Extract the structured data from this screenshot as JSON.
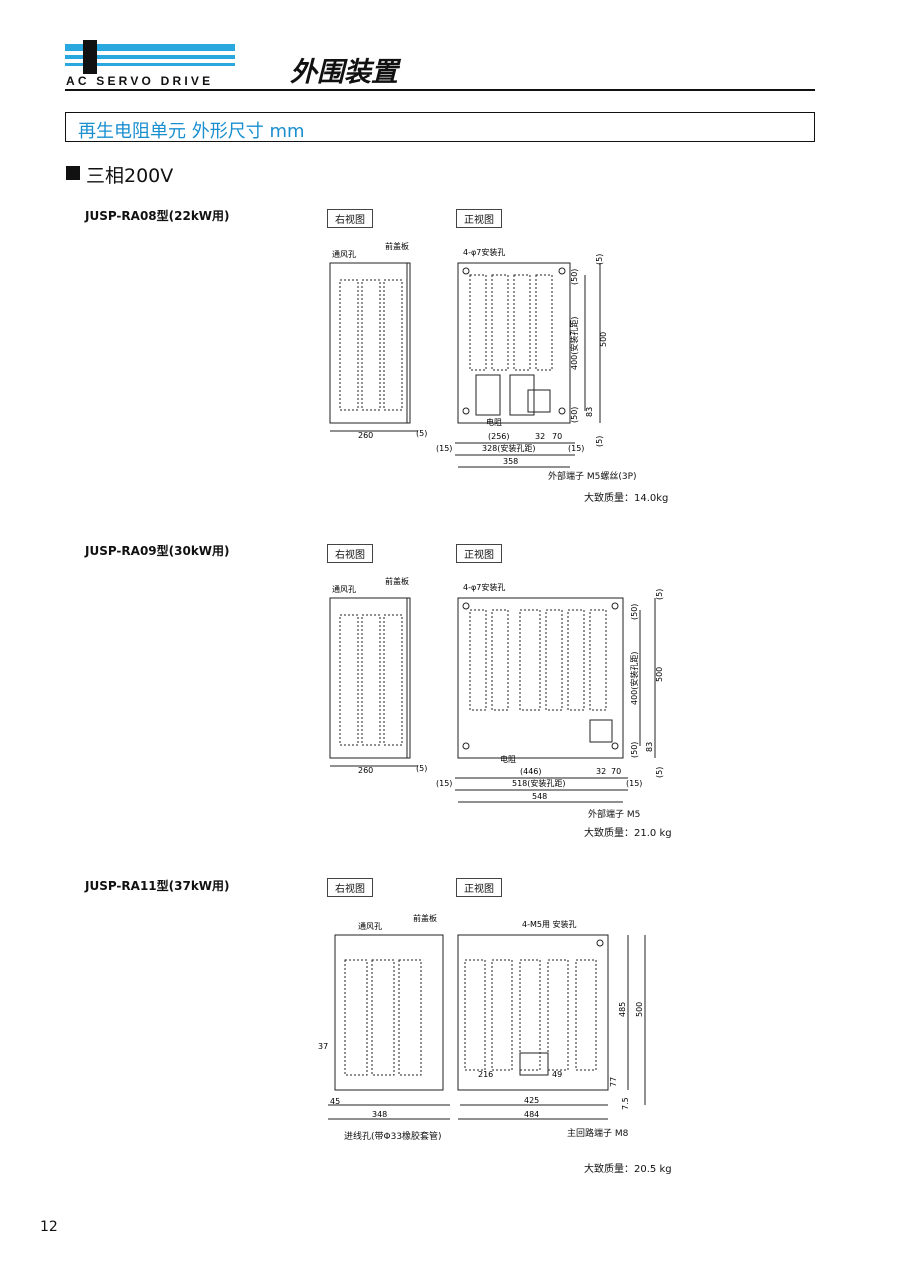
{
  "header": {
    "logo_text": "AC SERVO DRIVE",
    "title": "外围装置"
  },
  "section": {
    "title": "再生电阻单元  外形尺寸 mm",
    "subtitle": "三相200V"
  },
  "view_labels": {
    "right": "右视图",
    "front": "正视图"
  },
  "units": [
    {
      "model": "JUSP-RA08型(22kW用)",
      "vent": "通风孔",
      "cover": "前盖板",
      "mount_hole": "4-φ7安装孔",
      "resistor": "电阻",
      "terminal": "外部端子 M5螺丝(3P)",
      "mass": "大致质量：14.0kg",
      "dims": {
        "side_w": "260",
        "side_off": "(5)",
        "inner_w": "(256)",
        "d32": "32",
        "d70": "70",
        "pitch": "328(安装孔距)",
        "edge_l": "(15)",
        "edge_r": "(15)",
        "total_w": "358",
        "top5": "(5)",
        "top50": "(50)",
        "v_pitch": "400(安装孔距)",
        "height": "500",
        "bot50": "(50)",
        "d83": "83",
        "bot5": "(5)"
      }
    },
    {
      "model": "JUSP-RA09型(30kW用)",
      "vent": "通风孔",
      "cover": "前盖板",
      "mount_hole": "4-φ7安装孔",
      "resistor": "电阻",
      "terminal": "外部端子 M5",
      "mass": "大致质量：21.0 kg",
      "dims": {
        "side_w": "260",
        "side_off": "(5)",
        "inner_w": "(446)",
        "d32": "32",
        "d70": "70",
        "pitch": "518(安装孔距)",
        "edge_l": "(15)",
        "edge_r": "(15)",
        "total_w": "548",
        "top5": "(5)",
        "top50": "(50)",
        "v_pitch": "400(安装孔距)",
        "height": "500",
        "bot50": "(50)",
        "d83": "83",
        "bot5": "(5)"
      }
    },
    {
      "model": "JUSP-RA11型(37kW用)",
      "vent": "通风孔",
      "cover": "前盖板",
      "mount_hole": "4-M5用 安装孔",
      "inlet": "进线孔(带Φ33橡胶套管)",
      "terminal": "主回路端子 M8",
      "mass": "大致质量：20.5 kg",
      "dims": {
        "d37": "37",
        "d45": "45",
        "side_w": "348",
        "d216": "216",
        "d49": "49",
        "pitch": "425",
        "total_w": "484",
        "h485": "485",
        "height": "500",
        "d77": "77",
        "d7_5": "7.5"
      }
    }
  ],
  "page_number": "12"
}
